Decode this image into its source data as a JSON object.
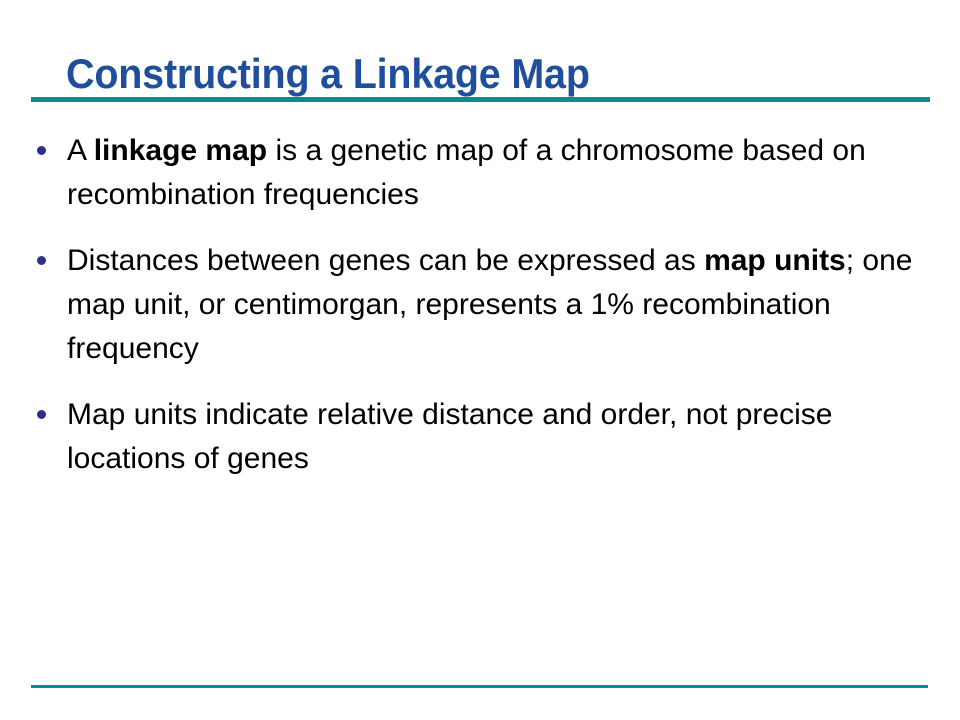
{
  "slide": {
    "title": "Constructing a Linkage Map",
    "colors": {
      "title": "#1F4E9C",
      "rule": "#0C8C8E",
      "bullet_marker": "#2E2E8F",
      "body_text": "#000000",
      "background": "#FFFFFF"
    },
    "bullets": [
      {
        "id": "bullet-1",
        "text": "A linkage map is a genetic map of a chromosome based on recombination frequencies",
        "html": "A <b>linkage map</b> is a genetic map of a chromosome based on recombination frequencies",
        "emphasis": [
          "linkage map"
        ]
      },
      {
        "id": "bullet-2",
        "text": "Distances between genes can be expressed as map units; one map unit, or centimorgan, represents a 1% recombination frequency",
        "html": "Distances between genes can be expressed as <b>map units</b>; one map unit, or centimorgan, represents a 1% recombination frequency",
        "emphasis": [
          "map units"
        ]
      },
      {
        "id": "bullet-3",
        "text": "Map units indicate relative distance and order, not precise locations of genes",
        "html": "Map units indicate relative distance and order, not precise locations of genes",
        "emphasis": []
      }
    ]
  }
}
